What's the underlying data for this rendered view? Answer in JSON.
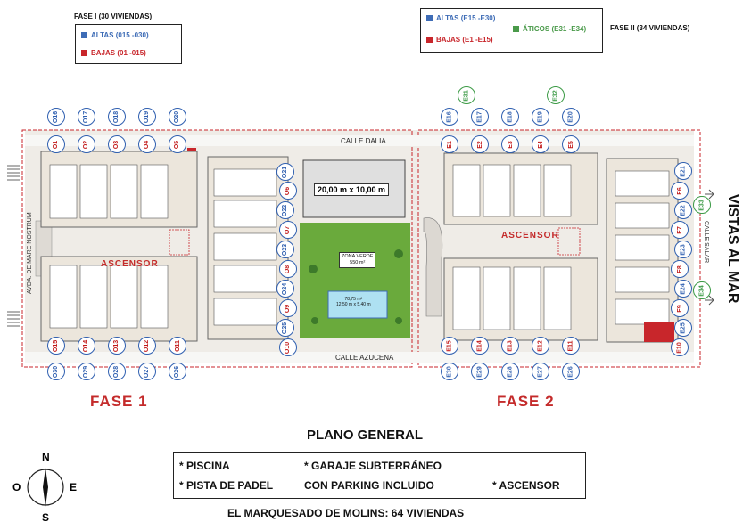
{
  "legend_f1": {
    "header": "FASE I (30 VIVIENDAS)",
    "altas": "ALTAS (015 -030)",
    "bajas": "BAJAS (01 -015)",
    "colors": {
      "altas": "#3e6cb6",
      "bajas": "#c8262b"
    }
  },
  "legend_f2": {
    "altas": "ALTAS (E15 -E30)",
    "bajas": "BAJAS (E1 -E15)",
    "aticos": "ÁTICOS (E31 -E34)",
    "header": "FASE II (34 VIVIENDAS)",
    "colors": {
      "altas": "#3e6cb6",
      "bajas": "#c8262b",
      "aticos": "#4a9a4a"
    }
  },
  "streets": {
    "dalia": "CALLE DALIA",
    "azucena": "CALLE AZUCENA",
    "mare": "AVDA. DE MARE NOSTRUM",
    "salar": "CALLE SALAR"
  },
  "site": {
    "pool_label": "20,00 m x 10,00 m",
    "green_title": "ZONA VERDE",
    "green_area": "550 m²",
    "pool2_area": "78,75 m²",
    "pool2_dims": "12,50 m x 5,40 m",
    "asc1": "ASCENSOR",
    "asc2": "ASCENSOR"
  },
  "units_f1_top_outer": [
    "O16",
    "O17",
    "O18",
    "O19",
    "O20"
  ],
  "units_f1_top_inner": [
    "O1",
    "O2",
    "O3",
    "O4",
    "O5"
  ],
  "units_f1_bottom_inner": [
    "O15",
    "O14",
    "O13",
    "O12",
    "O11"
  ],
  "units_f1_bottom_outer": [
    "O30",
    "O29",
    "O28",
    "O27",
    "O26"
  ],
  "units_f1_middle": [
    "O21",
    "O6",
    "O22",
    "O7",
    "O23",
    "O8",
    "O24",
    "O9",
    "O25",
    "O10"
  ],
  "units_f2_aticos_top": [
    "E31",
    "E32"
  ],
  "units_f2_top_outer": [
    "E16",
    "E17",
    "E18",
    "E19",
    "E20"
  ],
  "units_f2_top_inner": [
    "E1",
    "E2",
    "E3",
    "E4",
    "E5"
  ],
  "units_f2_bottom_inner": [
    "E15",
    "E14",
    "E13",
    "E12",
    "E11"
  ],
  "units_f2_bottom_outer": [
    "E30",
    "E29",
    "E28",
    "E27",
    "E26"
  ],
  "units_f2_right": [
    "E21",
    "E6",
    "E22",
    "E7",
    "E23",
    "E8",
    "E24",
    "E9",
    "E25",
    "E10"
  ],
  "units_f2_aticos_right": [
    "E33",
    "E34"
  ],
  "fase1": "FASE 1",
  "fase2": "FASE 2",
  "vistas": "VISTAS AL MAR",
  "title": "PLANO GENERAL",
  "features": {
    "piscina": "* PISCINA",
    "padel": "* PISTA DE PADEL",
    "garaje1": "* GARAJE SUBTERRÁNEO",
    "garaje2": "CON PARKING INCLUIDO",
    "ascensor": "* ASCENSOR"
  },
  "footer": "EL MARQUESADO DE MOLINS: 64 VIVIENDAS",
  "compass": {
    "n": "N",
    "s": "S",
    "e": "E",
    "o": "O"
  }
}
